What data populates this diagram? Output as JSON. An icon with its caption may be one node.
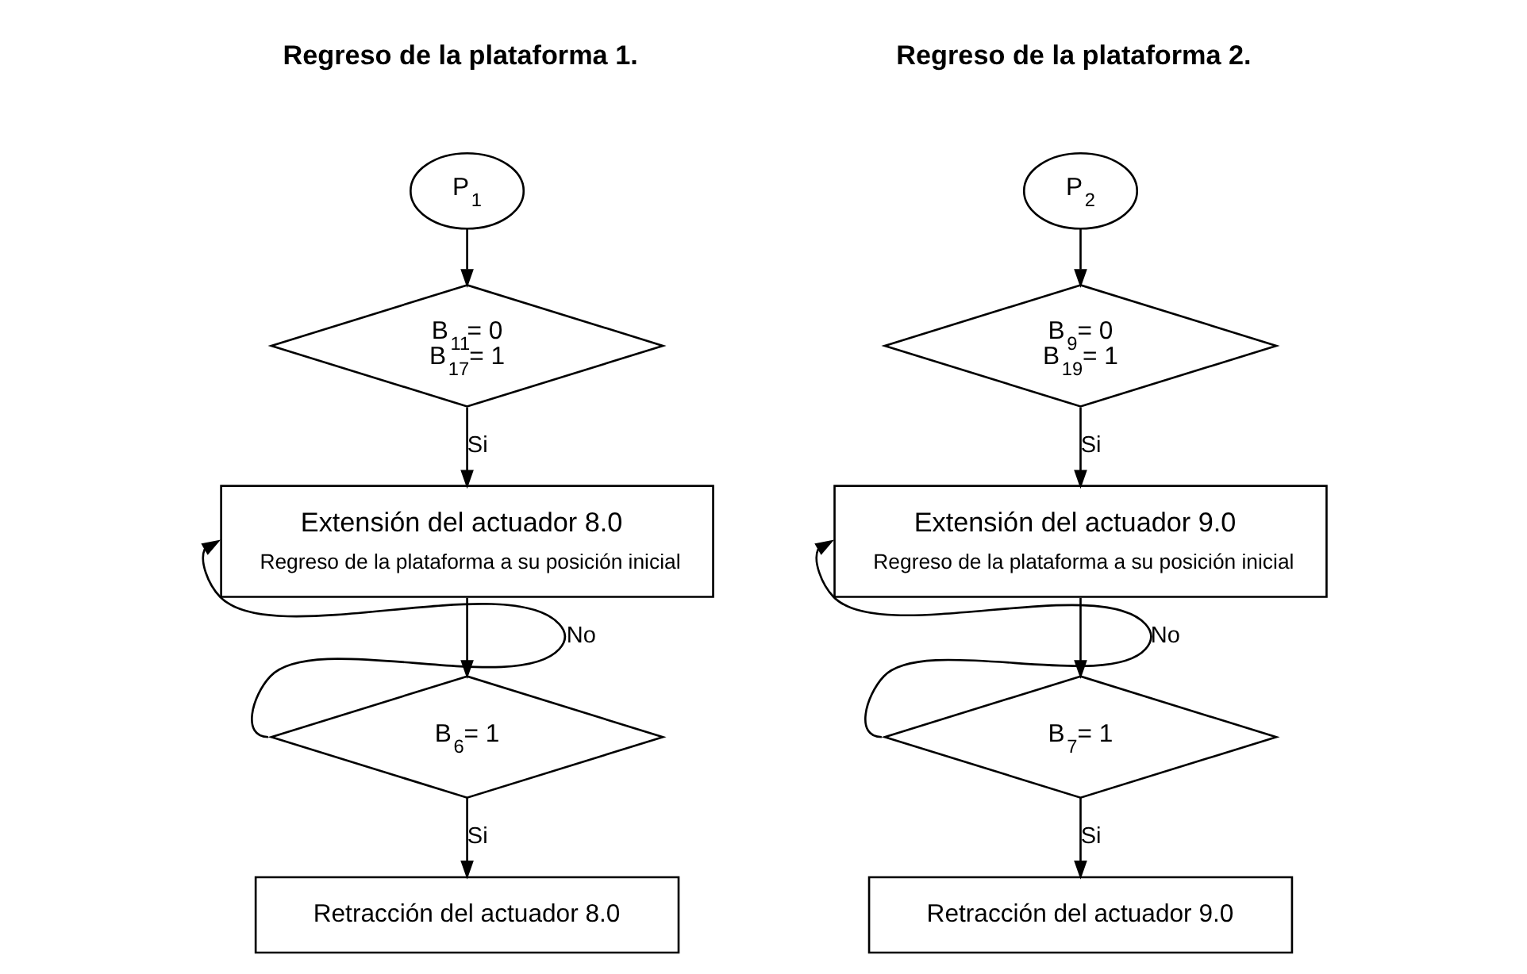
{
  "diagram": {
    "nodes": [
      {
        "text": [
          "P$_{1}$"
        ]
      },
      {
        "text": [
          "B$_{11}$= 0",
          "B$_{17}$= 1"
        ]
      },
      {
        "text": [
          "Extensión del actuador 8.0",
          "Regreso de la plataforma a su posición inicial"
        ]
      },
      {
        "text": [
          "B$_{6}$= 1"
        ]
      },
      {
        "text": [
          "Retracción del actuador 8.0"
        ]
      },
      {
        "text": [
          "P$_{2}$"
        ]
      },
      {
        "text": [
          "B$_{9}$= 0",
          "B$_{19}$= 1"
        ]
      },
      {
        "text": [
          "Extensión del actuador 9.0",
          "Regreso de la plataforma a su posición inicial"
        ]
      },
      {
        "text": [
          "B$_{7}$= 1"
        ]
      },
      {
        "text": [
          "Retracción del actuador 9.0"
        ]
      }
    ],
    "edges": [
      {
        "from": 0,
        "to": 1,
        "arrow": "to"
      },
      {
        "from": 1,
        "to": 2,
        "arrow": "to",
        "label": "Si"
      },
      {
        "from": 2,
        "to": 3,
        "arrow": "to"
      },
      {
        "from": 3,
        "to": 2,
        "arrow": "to",
        "label": "No"
      },
      {
        "from": 3,
        "to": 4,
        "arrow": "to",
        "label": "Si"
      },
      {
        "from": 5,
        "to": 6,
        "arrow": "to"
      },
      {
        "from": 6,
        "to": 7,
        "arrow": "to",
        "label": "Si"
      },
      {
        "from": 7,
        "to": 8,
        "arrow": "to"
      },
      {
        "from": 8,
        "to": 7,
        "arrow": "to",
        "label": "No"
      },
      {
        "from": 8,
        "to": 9,
        "arrow": "to",
        "label": "Si"
      }
    ],
    "labels": [
      "Regreso de la plataforma 1.",
      "Regreso de la plataforma 2."
    ]
  }
}
